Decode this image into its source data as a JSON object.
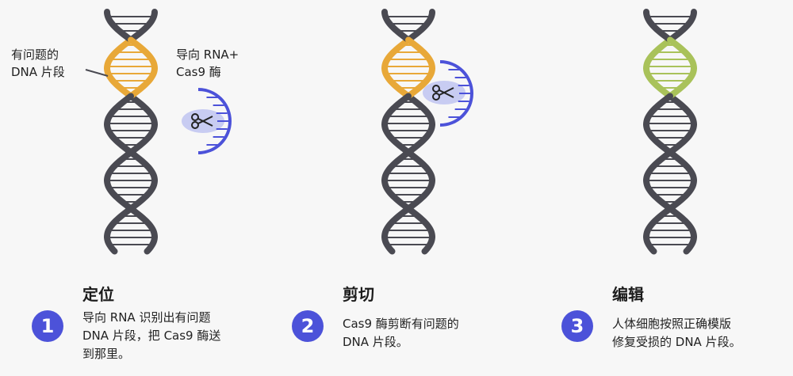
{
  "colors": {
    "backbone": "#4a4a52",
    "rung": "#4a4a52",
    "defect": "#e8a838",
    "repaired": "#a9c25a",
    "guide": "#4c52d9",
    "enzyme": "#c8ccf2",
    "accent": "#4c52d9"
  },
  "labels": {
    "defect": "有问题的\nDNA 片段",
    "guide": "导向 RNA+\nCas9 酶"
  },
  "icons": {
    "scissors": "scissors-icon"
  },
  "steps": [
    {
      "number": "1",
      "title": "定位",
      "description": "导向 RNA 识别出有问题\nDNA 片段，把 Cas9 酶送\n到那里。"
    },
    {
      "number": "2",
      "title": "剪切",
      "description": "Cas9 酶剪断有问题的\nDNA 片段。"
    },
    {
      "number": "3",
      "title": "编辑",
      "description": "人体细胞按照正确模版\n修复受损的 DNA 片段。"
    }
  ]
}
